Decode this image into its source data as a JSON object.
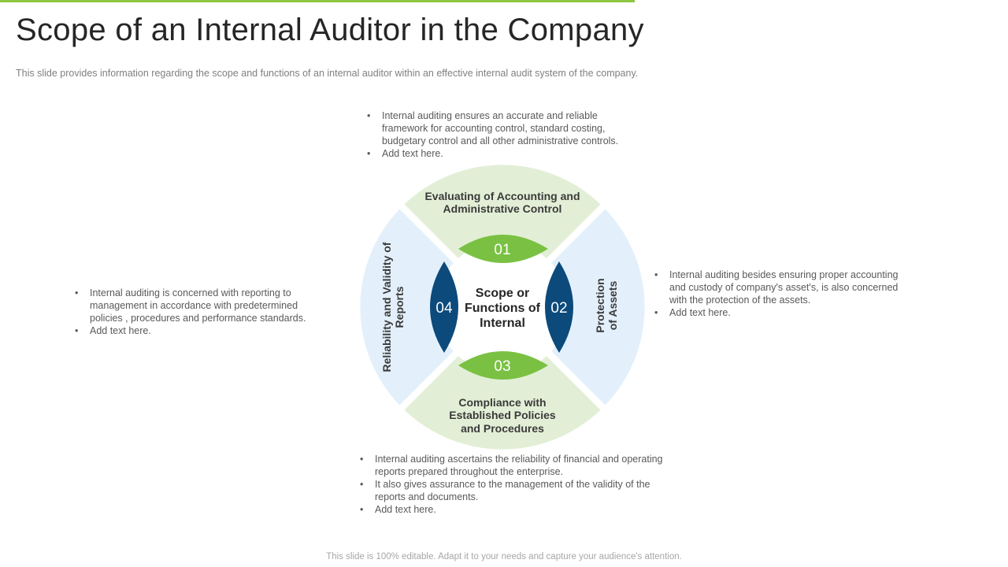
{
  "title": "Scope of an Internal Auditor in the Company",
  "subtitle": "This slide provides  information  regarding  the scope and functions of an internal auditor within an effective  internal audit system of the company.",
  "footer": "This slide is 100% editable. Adapt it to your needs and capture your audience's attention.",
  "colors": {
    "accent_green": "#8dc63f",
    "light_green": "#e2efd6",
    "light_blue": "#e3f0fb",
    "lens_green": "#7ac143",
    "lens_blue": "#0c4a7c"
  },
  "diagram": {
    "center": [
      "Scope or",
      "Functions of",
      "Internal"
    ],
    "segments": [
      {
        "number": "01",
        "label": [
          "Evaluating of Accounting and",
          "Administrative Control"
        ]
      },
      {
        "number": "02",
        "label": [
          "Protection",
          "of Assets"
        ]
      },
      {
        "number": "03",
        "label": [
          "Compliance with",
          "Established Policies",
          "and Procedures"
        ]
      },
      {
        "number": "04",
        "label": [
          "Reliability and Validity of",
          "Reports"
        ]
      }
    ]
  },
  "bullets": {
    "top": [
      "Internal auditing ensures an accurate and reliable framework for accounting control, standard costing, budgetary control and all other administrative controls.",
      "Add text here."
    ],
    "right": [
      "Internal auditing besides ensuring proper accounting and custody of company's asset's, is also concerned with the protection of the assets.",
      "Add text here."
    ],
    "left": [
      "Internal auditing is concerned with reporting to management in accordance with predetermined policies , procedures and performance  standards.",
      "Add text here."
    ],
    "bottom": [
      "Internal auditing ascertains the reliability of financial and operating reports prepared throughout the enterprise.",
      "It also gives assurance to the management of the validity of the reports and documents.",
      "Add text here."
    ]
  }
}
